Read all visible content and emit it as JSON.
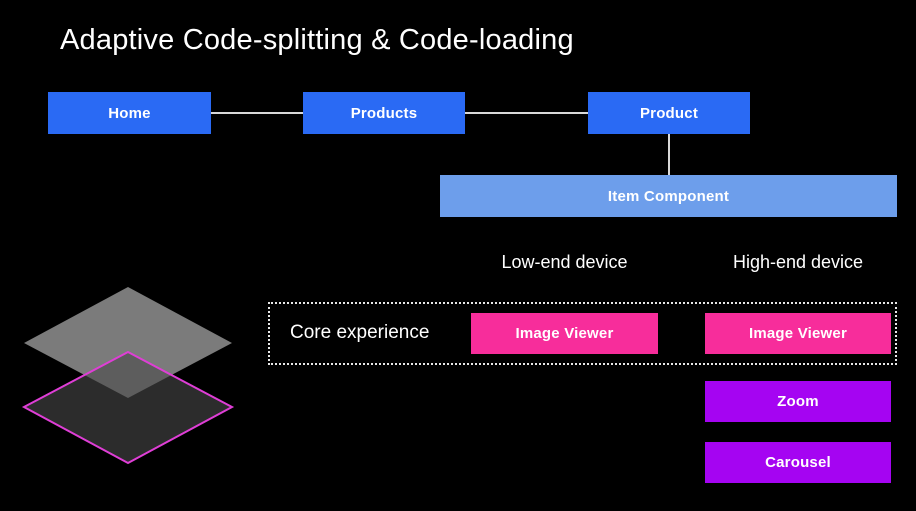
{
  "title": "Adaptive Code-splitting & Code-loading",
  "colors": {
    "background": "#000000",
    "route_blue": "#2a6af4",
    "component_blue": "#6d9eeb",
    "module_pink": "#f72d9b",
    "module_purple": "#a504f2",
    "connector": "#d9d9d9",
    "layer_top_gray": "#909090",
    "layer_bottom_gray": "#4a4a4a",
    "layer_outline_magenta": "#df3ed6"
  },
  "routes": [
    {
      "label": "Home"
    },
    {
      "label": "Products"
    },
    {
      "label": "Product"
    }
  ],
  "component": {
    "label": "Item Component"
  },
  "device_columns": [
    {
      "label": "Low-end device"
    },
    {
      "label": "High-end device"
    }
  ],
  "core_experience": {
    "label": "Core experience"
  },
  "modules": {
    "low_end": [
      {
        "label": "Image Viewer"
      }
    ],
    "high_end": [
      {
        "label": "Image Viewer"
      },
      {
        "label": "Zoom"
      },
      {
        "label": "Carousel"
      }
    ]
  }
}
